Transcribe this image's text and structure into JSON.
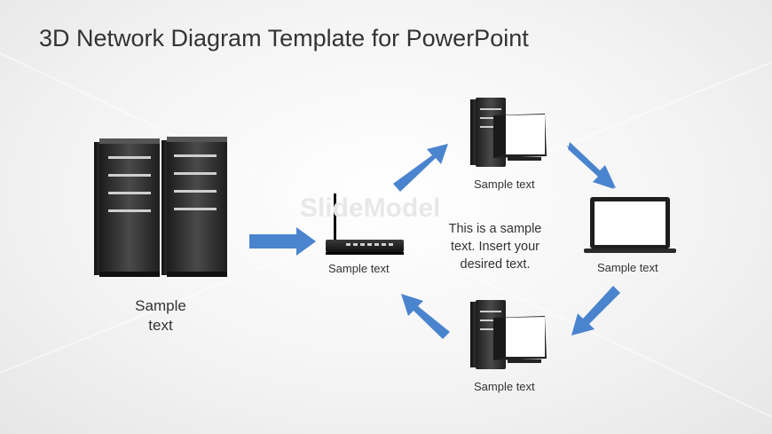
{
  "title": "3D Network Diagram Template for PowerPoint",
  "watermark": "SlideModel",
  "colors": {
    "arrow": "#4a84cf",
    "device_dark": "#2a2a2a",
    "screen": "#ffffff"
  },
  "nodes": {
    "servers": {
      "label_line1": "Sample",
      "label_line2": "text",
      "icon": "server-rack-icon"
    },
    "router": {
      "label": "Sample text",
      "icon": "router-icon"
    },
    "top_workstation": {
      "label": "Sample text",
      "icon": "desktop-computer-icon"
    },
    "laptop": {
      "label": "Sample text",
      "icon": "laptop-icon"
    },
    "bottom_workstation": {
      "label": "Sample text",
      "icon": "desktop-computer-icon"
    }
  },
  "center_text": {
    "line1": "This is a sample",
    "line2": "text. Insert your",
    "line3": "desired text."
  }
}
